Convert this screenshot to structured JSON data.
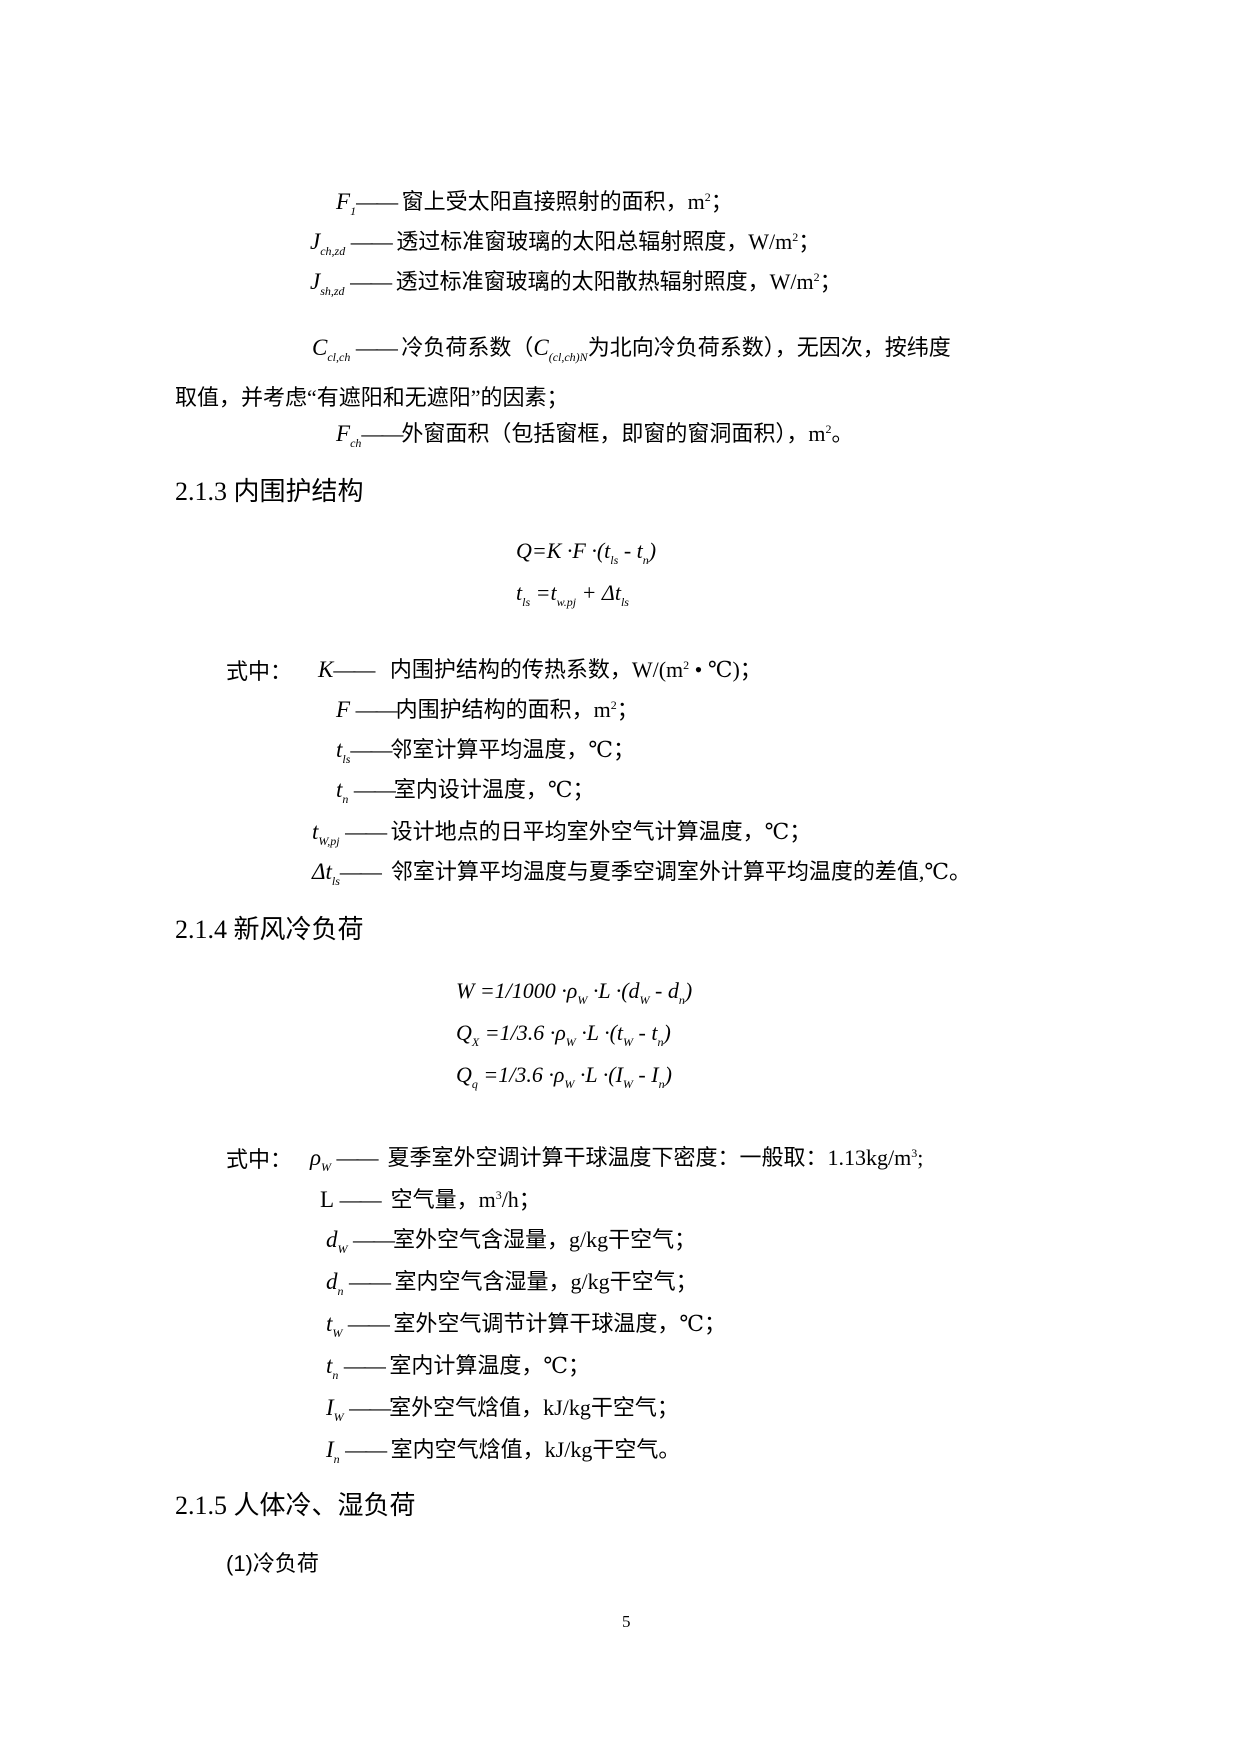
{
  "block1": {
    "items": [
      {
        "symbol": "F",
        "sub": "1",
        "dash": "——",
        "text": "窗上受太阳直接照射的面积，m",
        "sup": "2",
        "tail": "；"
      },
      {
        "symbol": "J",
        "sub": "ch,zd",
        "dash": "——",
        "text": "透过标准窗玻璃的太阳总辐射照度，W/m",
        "sup": "2",
        "tail": "；"
      },
      {
        "symbol": "J",
        "sub": "sh,zd",
        "dash": "——",
        "text": "透过标准窗玻璃的太阳散热辐射照度，W/m",
        "sup": "2",
        "tail": "；"
      },
      {
        "symbol": "C",
        "sub": "cl,ch",
        "dash": "——",
        "text_a": "冷负荷系数（",
        "inline_symbol": "C",
        "inline_sub": "(cl,ch)N",
        "text_b": "为北向冷负荷系数），无因次，按纬度"
      }
    ],
    "continuation": "取值，并考虑“有遮阳和无遮阳”的因素；",
    "last": {
      "symbol": "F",
      "sub": "ch",
      "dash": "——",
      "text": "外窗面积（包括窗框，即窗的窗洞面积），m",
      "sup": "2",
      "tail": "。"
    }
  },
  "section_213": {
    "heading": "2.1.3 内围护结构",
    "eq1": {
      "lhs": "Q",
      "rhs": "=K ·F ·(t",
      "s1": "ls",
      "mid": " - t",
      "s2": "n",
      "end": ")"
    },
    "eq2": {
      "lhs": "t",
      "lhs_sub": "ls",
      "rhs": " =t",
      "rhs_sub": "w.pj",
      "plus": " + Δt",
      "plus_sub": "ls"
    },
    "label": "式中：",
    "items": [
      {
        "symbol": "K",
        "sub": "",
        "dash": "——",
        "text": "内围护结构的传热系数，W/(m",
        "sup": "2",
        "tail": " • ℃)；"
      },
      {
        "symbol": "F",
        "sub": "",
        "dash": "——",
        "text": "内围护结构的面积，m",
        "sup": "2",
        "tail": "；"
      },
      {
        "symbol": "t",
        "sub": "ls",
        "dash": "——",
        "text": "邻室计算平均温度，℃；"
      },
      {
        "symbol": "t",
        "sub": "n",
        "dash": "——",
        "text": "室内设计温度，℃；"
      },
      {
        "symbol": "t",
        "sub": "W,pj",
        "dash": "——",
        "text": "设计地点的日平均室外空气计算温度，℃；"
      },
      {
        "symbol": "Δt",
        "sub": "ls",
        "dash": "——",
        "text": "邻室计算平均温度与夏季空调室外计算平均温度的差值,℃。"
      }
    ]
  },
  "section_214": {
    "heading": "2.1.4 新风冷负荷",
    "eqs": [
      {
        "lhs": "W",
        "lhs_sub": "",
        "rhs": " =1/1000 ·ρ",
        "r_sub": "W",
        "mid": " ·L ·(d",
        "m_sub": "W",
        "minus": " - d",
        "mn_sub": "n",
        "end": ")"
      },
      {
        "lhs": "Q",
        "lhs_sub": "X",
        "rhs": " =1/3.6 ·ρ",
        "r_sub": "W",
        "mid": " ·L ·(t",
        "m_sub": "W",
        "minus": " - t",
        "mn_sub": "n",
        "end": ")"
      },
      {
        "lhs": "Q",
        "lhs_sub": "q",
        "rhs": " =1/3.6 ·ρ",
        "r_sub": "W",
        "mid": " ·L ·(I",
        "m_sub": "W",
        "minus": " - I",
        "mn_sub": "n",
        "end": ")"
      }
    ],
    "label": "式中：",
    "items": [
      {
        "symbol": "ρ",
        "sub": "W",
        "dash": "——",
        "text": "夏季室外空调计算干球温度下密度：一般取：1.13kg/m",
        "sup": "3",
        "tail": ";"
      },
      {
        "symbol": "L",
        "sub": "",
        "upright": true,
        "dash": "——",
        "text": "空气量，m",
        "sup": "3",
        "tail": "/h；"
      },
      {
        "symbol": "d",
        "sub": "W",
        "dash": "——",
        "text": "室外空气含湿量，g/kg干空气；"
      },
      {
        "symbol": "d",
        "sub": "n",
        "dash": "——",
        "text": "室内空气含湿量，g/kg干空气；"
      },
      {
        "symbol": "t",
        "sub": "W",
        "dash": "——",
        "text": "室外空气调节计算干球温度，℃；"
      },
      {
        "symbol": "t",
        "sub": "n",
        "dash": "——",
        "text": "室内计算温度，℃；"
      },
      {
        "symbol": "I",
        "sub": "W",
        "dash": "——",
        "text": "室外空气焓值，kJ/kg干空气；"
      },
      {
        "symbol": "I",
        "sub": "n",
        "dash": "——",
        "text": "室内空气焓值，kJ/kg干空气。"
      }
    ]
  },
  "section_215": {
    "heading": "2.1.5 人体冷、湿负荷",
    "subheading": "(1)冷负荷"
  },
  "page_number": "5"
}
